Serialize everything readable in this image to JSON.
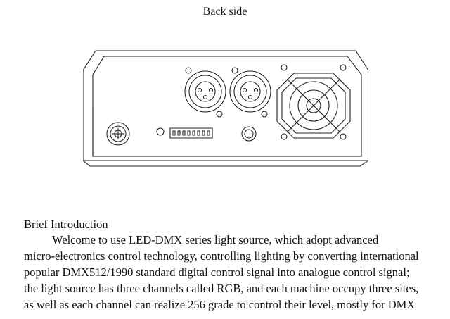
{
  "page": {
    "title": "Back side"
  },
  "intro": {
    "heading": "Brief Introduction",
    "lines": [
      "Welcome to use LED-DMX series light source, which adopt advanced",
      "micro-electronics control technology, controlling lighting by converting international",
      "popular DMX512/1990 standard digital control signal into analogue control signal;",
      "the light source has three channels called RGB, and each machine occupy three sites,",
      "as well as each channel can realize 256 grade to control their level, mostly for DMX"
    ]
  }
}
